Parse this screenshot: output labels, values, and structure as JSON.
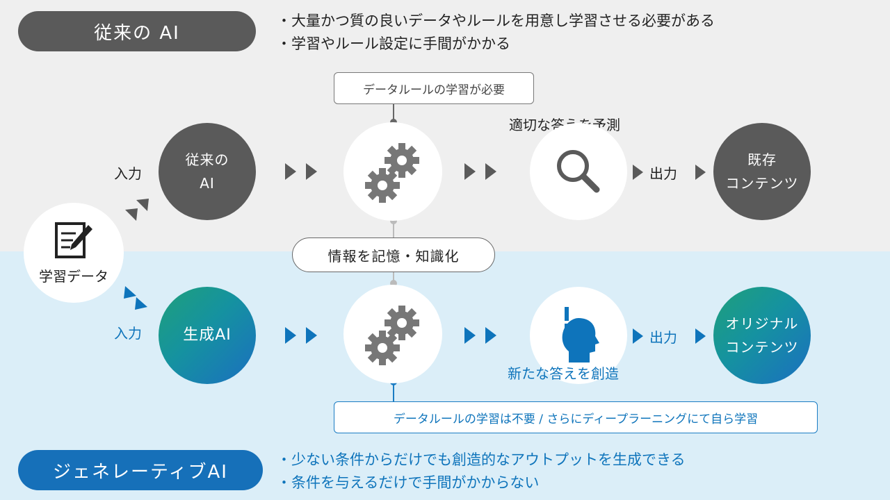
{
  "colors": {
    "gray_band": "#efefef",
    "blue_band": "#dbeef8",
    "dark_gray": "#5a5a5a",
    "blue": "#0e74bb"
  },
  "traditional": {
    "badge": "従来の AI",
    "bullets": [
      "・大量かつ質の良いデータやルールを用意し学習させる必要がある",
      "・学習やルール設定に手間がかかる"
    ],
    "note_box": "データルールの学習が必要",
    "input_label": "入力",
    "ai_circle": [
      "従来の",
      "AI"
    ],
    "predict_label": "適切な答えを予測",
    "output_label": "出力",
    "result_circle": [
      "既存",
      "コンテンツ"
    ],
    "process_icon": "gears-icon",
    "predict_icon": "magnifier-icon"
  },
  "learning_data": {
    "label": "学習データ",
    "icon": "document-pen-icon"
  },
  "memory_box": "情報を記憶・知識化",
  "generative": {
    "badge": "ジェネレーティブAI",
    "bullets": [
      "・少ない条件からだけでも創造的なアウトプットを生成できる",
      "・条件を与えるだけで手間がかからない"
    ],
    "note_box": "データルールの学習は不要 / さらにディープラーニングにて自ら学習",
    "input_label": "入力",
    "ai_circle": [
      "生成AI"
    ],
    "create_label": "新たな答えを創造",
    "output_label": "出力",
    "result_circle": [
      "オリジナル",
      "コンテンツ"
    ],
    "process_icon": "gears-icon",
    "create_icon": "head-idea-icon"
  }
}
